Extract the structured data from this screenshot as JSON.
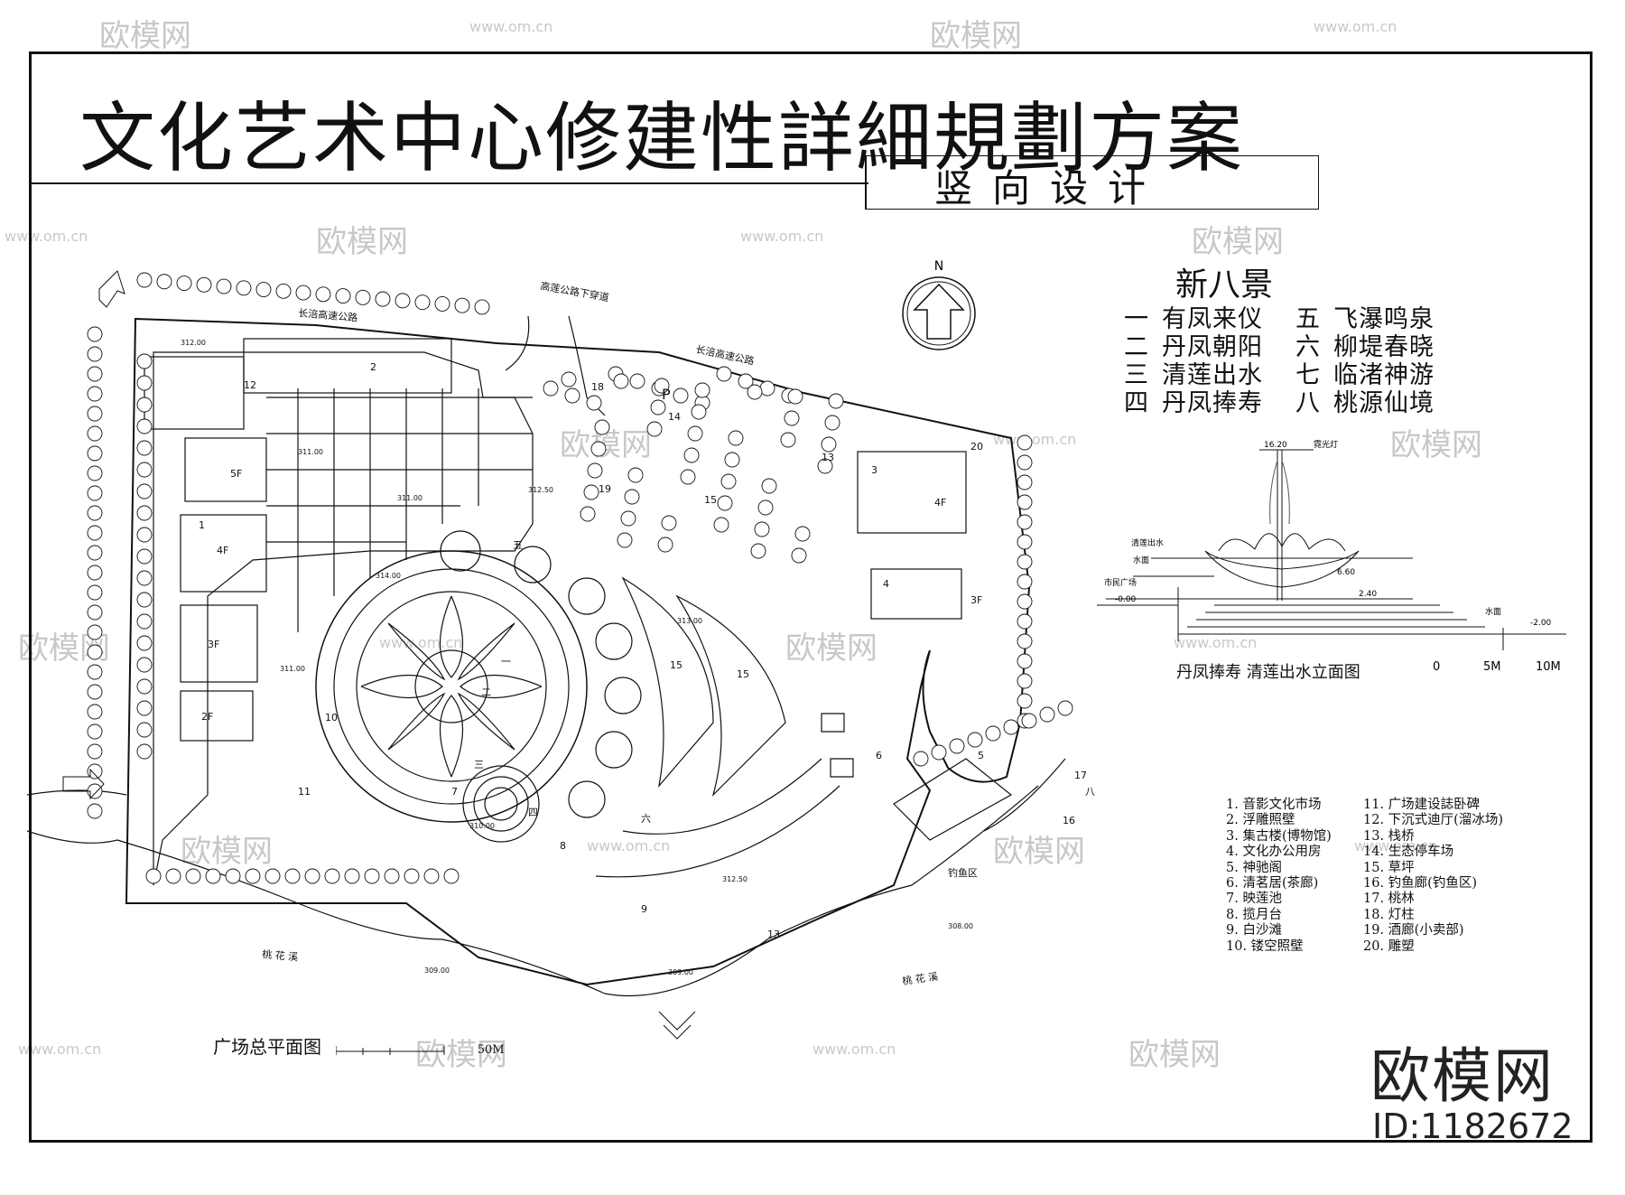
{
  "title": "文化艺术中心修建性詳細規劃方案",
  "subtitle": "竖向设计",
  "north": "N",
  "eight_scenes": {
    "heading": "新八景",
    "rows": [
      {
        "n1": "一",
        "s1": "有凤来仪",
        "n2": "五",
        "s2": "飞瀑鸣泉"
      },
      {
        "n1": "二",
        "s1": "丹凤朝阳",
        "n2": "六",
        "s2": "柳堤春晓"
      },
      {
        "n1": "三",
        "s1": "清莲出水",
        "n2": "七",
        "s2": "临渚神游"
      },
      {
        "n1": "四",
        "s1": "丹凤捧寿",
        "n2": "八",
        "s2": "桃源仙境"
      }
    ]
  },
  "elevation": {
    "caption": "丹凤捧寿  清莲出水立面图",
    "labels": {
      "top": "16.20",
      "light": "霓光灯",
      "lotus": "清莲出水",
      "water": "水面",
      "plaza": "市民广场",
      "h1": "6.60",
      "h2": "2.40",
      "h3": "-0.00",
      "h4": "-2.00",
      "water2": "水面"
    },
    "scale": [
      "0",
      "5M",
      "10M"
    ]
  },
  "plan": {
    "caption": "广场总平面图",
    "scale_end": "50M",
    "roads": {
      "road1": "长涪高速公路",
      "road2": "高莲公路下穿道",
      "road3": "长涪高速公路"
    },
    "creek": {
      "left": "桃  花  溪",
      "right": "桃  花  溪"
    },
    "fishing": "钓鱼区",
    "floors": {
      "f5": "5F",
      "f4a": "4F",
      "f3a": "3F",
      "f2": "2F",
      "f4b": "4F",
      "f3b": "3F"
    },
    "parking": "P",
    "numbers": {
      "n1": "1",
      "n2": "2",
      "n3": "3",
      "n4": "4",
      "n5": "5",
      "n6": "6",
      "n7": "7",
      "n8": "8",
      "n9": "9",
      "n10": "10",
      "n11": "11",
      "n12": "12",
      "n13a": "13",
      "n13b": "13",
      "n14": "14",
      "n15a": "15",
      "n15b": "15",
      "n15c": "15",
      "n16": "16",
      "n17": "17",
      "n18": "18",
      "n19": "19",
      "n20": "20"
    },
    "scenes": {
      "s1": "一",
      "s2": "二",
      "s3": "三",
      "s4": "四",
      "s5": "五",
      "s6": "六",
      "s8": "八"
    },
    "elevs": {
      "e1": "312.00",
      "e2": "311.00",
      "e3": "311.00",
      "e4": "314.00",
      "e5": "311.00",
      "e6": "313.00",
      "e7": "310.00",
      "e8": "312.50",
      "e9": "312.50",
      "e10": "309.00",
      "e11": "309.00",
      "e12": "308.00"
    }
  },
  "legend": {
    "col1": [
      "1. 音影文化市场",
      "2. 浮雕照壁",
      "3. 集古楼(博物馆)",
      "4. 文化办公用房",
      "5. 神驰阁",
      "6. 清茗居(茶廊)",
      "7. 映莲池",
      "8. 揽月台",
      "9. 白沙滩",
      "10. 镂空照壁"
    ],
    "col2": [
      "11. 广场建设誌卧碑",
      "12. 下沉式迪厅(溜冰场)",
      "13. 栈桥",
      "14. 生态停车场",
      "15. 草坪",
      "16. 钓鱼廊(钓鱼区)",
      "17. 桃林",
      "18. 灯柱",
      "19. 酒廊(小卖部)",
      "20. 雕塑"
    ]
  },
  "watermark": {
    "logo": "欧模网",
    "url": "www.om.cn"
  },
  "brand": {
    "logo": "欧模网",
    "id": "ID:1182672"
  }
}
